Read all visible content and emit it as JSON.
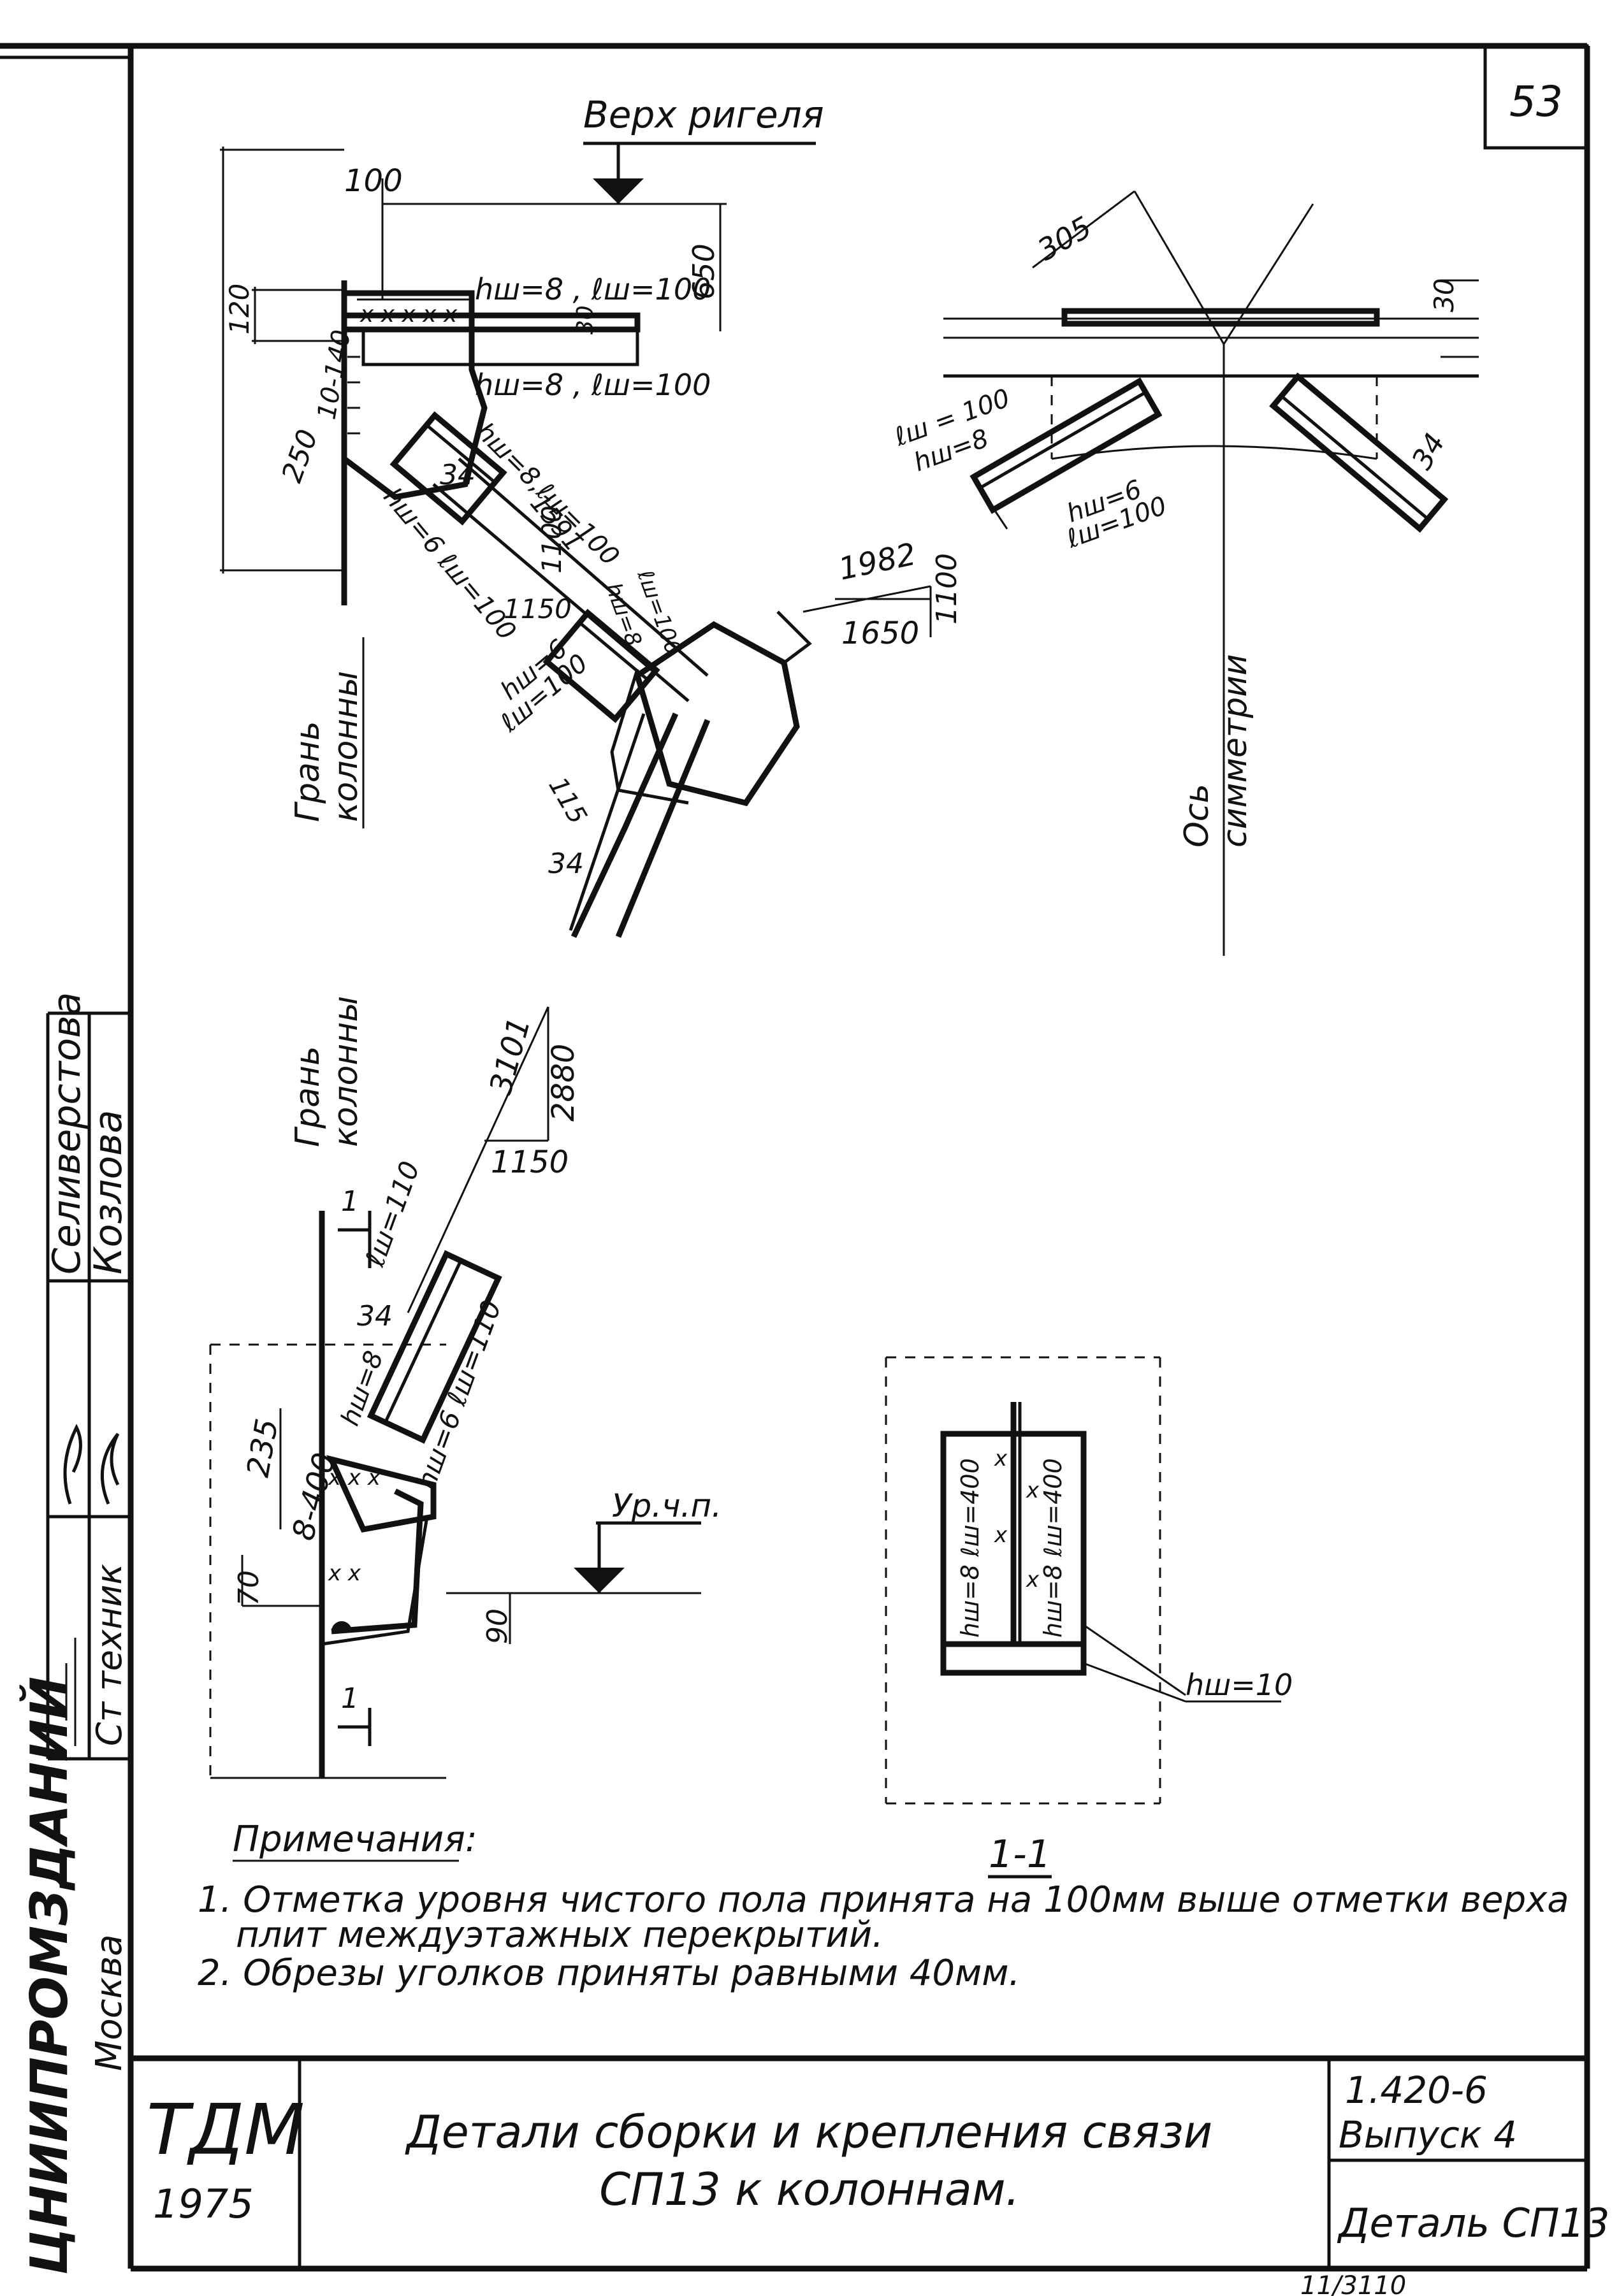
{
  "sheet": {
    "page_number": "53",
    "org_vertical": "ЦНИИПРОМЗДАНИЙ",
    "city": "Москва",
    "org_code": "ТДМ",
    "year": "1975",
    "title_line1": "Детали сборки и крепления связи",
    "title_line2": "СП13 к колоннам.",
    "series": "1.420-6",
    "issue": "Выпуск 4",
    "detail": "Деталь СП13",
    "bottom_stamp": "11/3110"
  },
  "stamp": {
    "names": [
      "Селиверстова",
      "Козлова"
    ],
    "roles": [
      "Ст техник"
    ]
  },
  "top_detail": {
    "beam_top_label": "Верх ригеля",
    "column_face_label_1": "Грань",
    "column_face_label_2": "колонны",
    "axis_label_1": "Ось",
    "axis_label_2": "симметрии",
    "dims": [
      "100",
      "650",
      "120",
      "30",
      "10-140",
      "250",
      "34",
      "1591",
      "1100",
      "1150",
      "115",
      "34",
      "1982",
      "1100",
      "1650",
      "305",
      "30",
      "34"
    ],
    "welds": [
      "hш=8 , ℓш=100",
      "hш=8 , ℓш=100",
      "hш=8,ℓш=100",
      "hш=6 ℓш=100",
      "ℓш=100",
      "hш=8",
      "hш=6",
      "ℓш=100",
      "ℓш = 100",
      "hш=8",
      "hш=6",
      "ℓш=100"
    ]
  },
  "bottom_detail": {
    "column_face_label_1": "Грань",
    "column_face_label_2": "колонны",
    "floor_label": "Ур.ч.п.",
    "slope_dims": [
      "3101",
      "2880",
      "1150"
    ],
    "dims": [
      "235",
      "8-400",
      "70",
      "90",
      "34"
    ],
    "welds": [
      "ℓш=110",
      "hш=8",
      "hш=6 ℓш=110"
    ],
    "section_marks": [
      "1",
      "1"
    ]
  },
  "section": {
    "title": "1-1",
    "welds": [
      "hш=8 ℓш=400",
      "hш=8 ℓш=400",
      "hш=10"
    ]
  },
  "notes": {
    "heading": "Примечания:",
    "items": [
      "1. Отметка уровня чистого пола принята на 100мм выше отметки верха",
      "плит междуэтажных перекрытий.",
      "2. Обрезы уголков приняты равными 40мм."
    ]
  }
}
